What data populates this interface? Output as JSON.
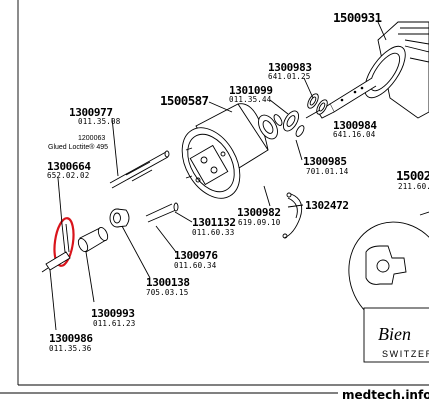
{
  "parts": [
    {
      "id": "p1500931",
      "number": "1500931",
      "code": ""
    },
    {
      "id": "p1300983",
      "number": "1300983",
      "code": "641.01.25"
    },
    {
      "id": "p1301099",
      "number": "1301099",
      "code": "011.35.44"
    },
    {
      "id": "p1500587",
      "number": "1500587",
      "code": ""
    },
    {
      "id": "p1300984",
      "number": "1300984",
      "code": "641.16.04"
    },
    {
      "id": "p1300977",
      "number": "1300977",
      "code": "011.35.08"
    },
    {
      "id": "p1300985",
      "number": "1300985",
      "code": "701.01.14"
    },
    {
      "id": "p1300664",
      "number": "1300664",
      "code": "652.02.02"
    },
    {
      "id": "p15002",
      "number": "15002",
      "code": "211.60."
    },
    {
      "id": "p1302472",
      "number": "1302472",
      "code": ""
    },
    {
      "id": "p1301132",
      "number": "1301132",
      "code": "011.60.33"
    },
    {
      "id": "p1300982",
      "number": "1300982",
      "code": "619.09.10"
    },
    {
      "id": "p1300976",
      "number": "1300976",
      "code": "011.60.34"
    },
    {
      "id": "p1300138",
      "number": "1300138",
      "code": "705.03.15"
    },
    {
      "id": "p1300993",
      "number": "1300993",
      "code": "011.61.23"
    },
    {
      "id": "p1300986",
      "number": "1300986",
      "code": "011.35.36"
    }
  ],
  "note": {
    "line1": "1200063",
    "line2": "Glued Loctite® 495"
  },
  "brand": {
    "name": "Bien",
    "country": "SWITZER"
  },
  "watermark": "medtech.info"
}
